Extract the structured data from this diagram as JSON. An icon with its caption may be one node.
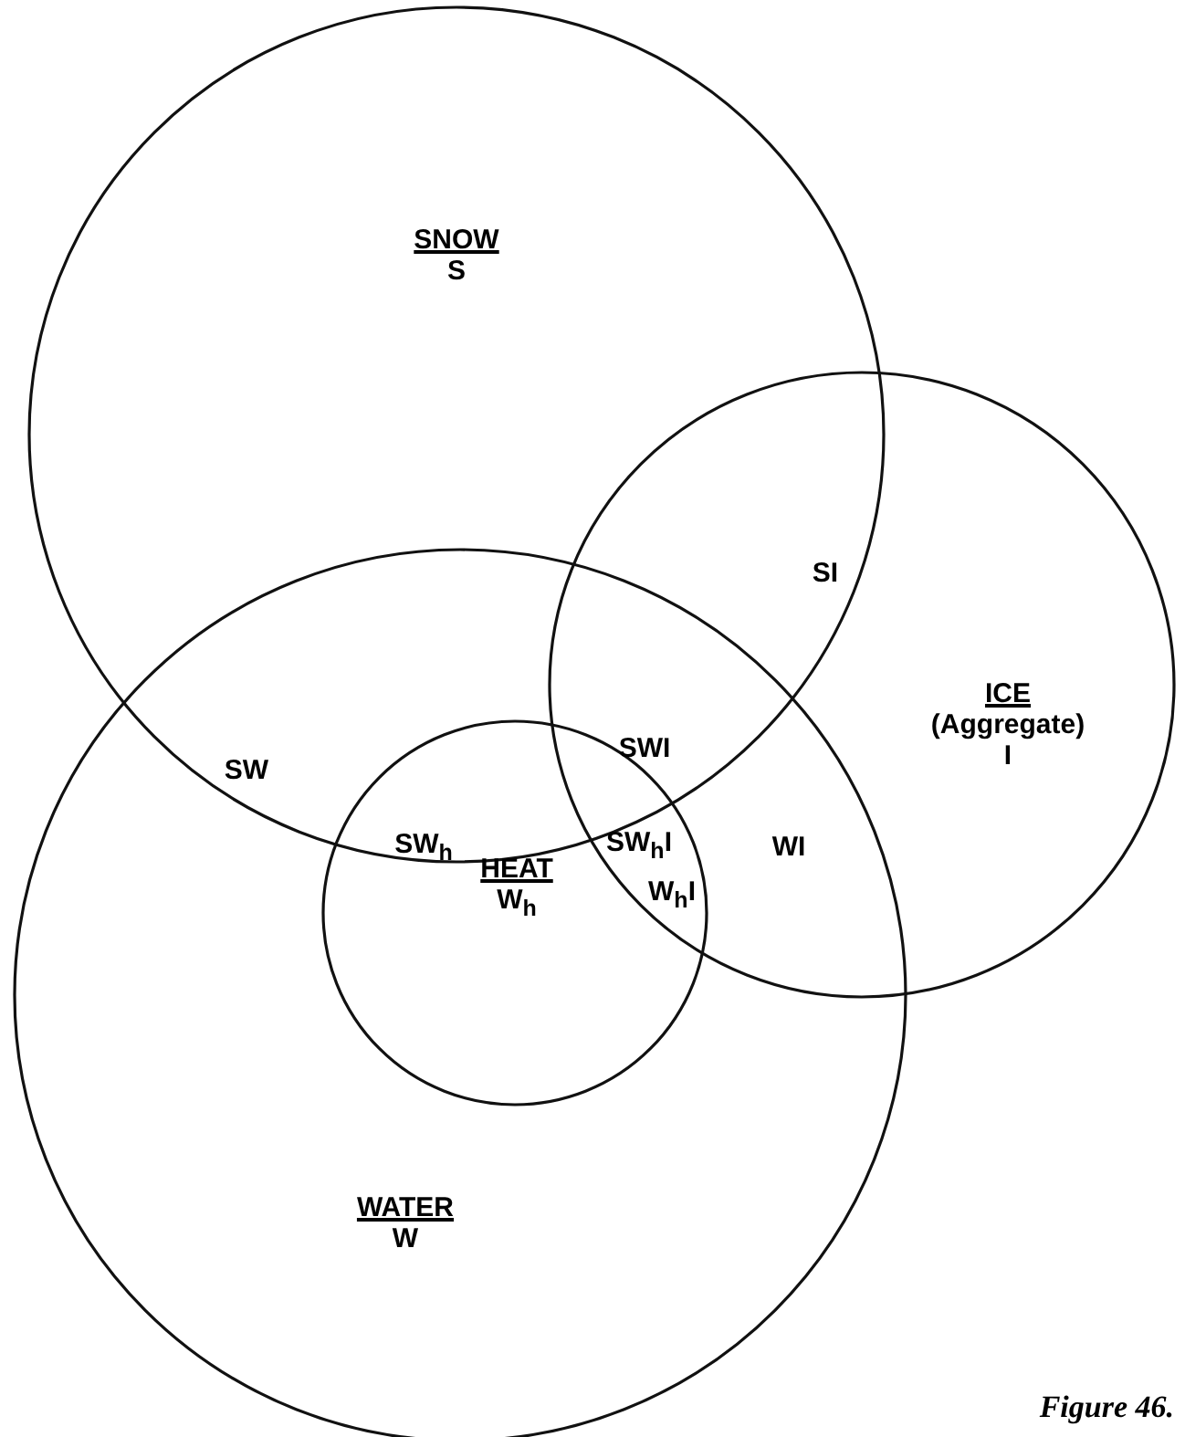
{
  "diagram": {
    "caption": "Figure 46.",
    "nodes": [
      {
        "text": [
          "SNOW",
          "S"
        ]
      },
      {
        "text": [
          "ICE",
          "(Aggregate)",
          "I"
        ]
      },
      {
        "text": [
          "WATER",
          "W"
        ]
      },
      {
        "text": [
          "HEAT",
          "W$_{h}$"
        ],
        "in": 2
      }
    ],
    "labels": [
      "SI",
      "SW",
      "SWI",
      "SW$_{h}$",
      "SW$_{h}$I",
      "W$_{h}$I",
      "WI"
    ]
  }
}
